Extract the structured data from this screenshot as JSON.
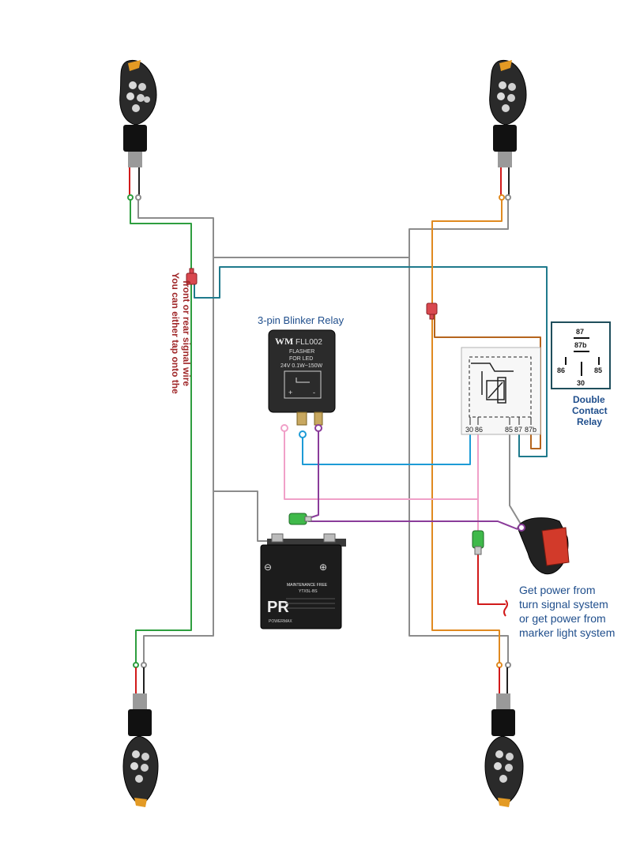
{
  "colors": {
    "green_wire": "#2e9e3f",
    "gray_wire": "#8c8c8c",
    "teal_wire": "#1f7a8c",
    "orange_wire": "#e08a20",
    "brown_wire": "#b5651d",
    "blue_wire": "#1d9bd6",
    "pink_wire": "#f0a0c8",
    "purple_wire": "#8a3c9a",
    "red_wire": "#d11a1a",
    "label_blue": "#1f4e8c",
    "note_red": "#a0282a"
  },
  "labels": {
    "blinker_relay_title": "3-pin Blinker Relay",
    "tap_note_line1": "You can either tap onto the",
    "tap_note_line2": "front or rear signal wire",
    "relay_caption_line1": "Double",
    "relay_caption_line2": "Contact",
    "relay_caption_line3": "Relay",
    "power_note_line1": "Get power from",
    "power_note_line2": "turn signal system",
    "power_note_line3": "or get power from",
    "power_note_line4": "marker light system"
  },
  "flasher": {
    "brand": "WM",
    "model": "FLL002",
    "line1": "FLASHER",
    "line2": "FOR LED",
    "line3": "24V  0.1W~150W",
    "plus": "+",
    "minus": "-"
  },
  "relay_pinout": {
    "pin_top": "87",
    "pin_mid": "87b",
    "pin_left": "86",
    "pin_right": "85",
    "pin_bottom": "30"
  },
  "relay_pins": {
    "p30": "30",
    "p86": "86",
    "p85": "85",
    "p87": "87",
    "p87b": "87b"
  },
  "battery": {
    "minus": "⊖",
    "plus": "⊕",
    "badge": "MAINTENANCE FREE",
    "model": "YTX5L-BS",
    "logo": "PR",
    "brand": "POWERMAX"
  }
}
